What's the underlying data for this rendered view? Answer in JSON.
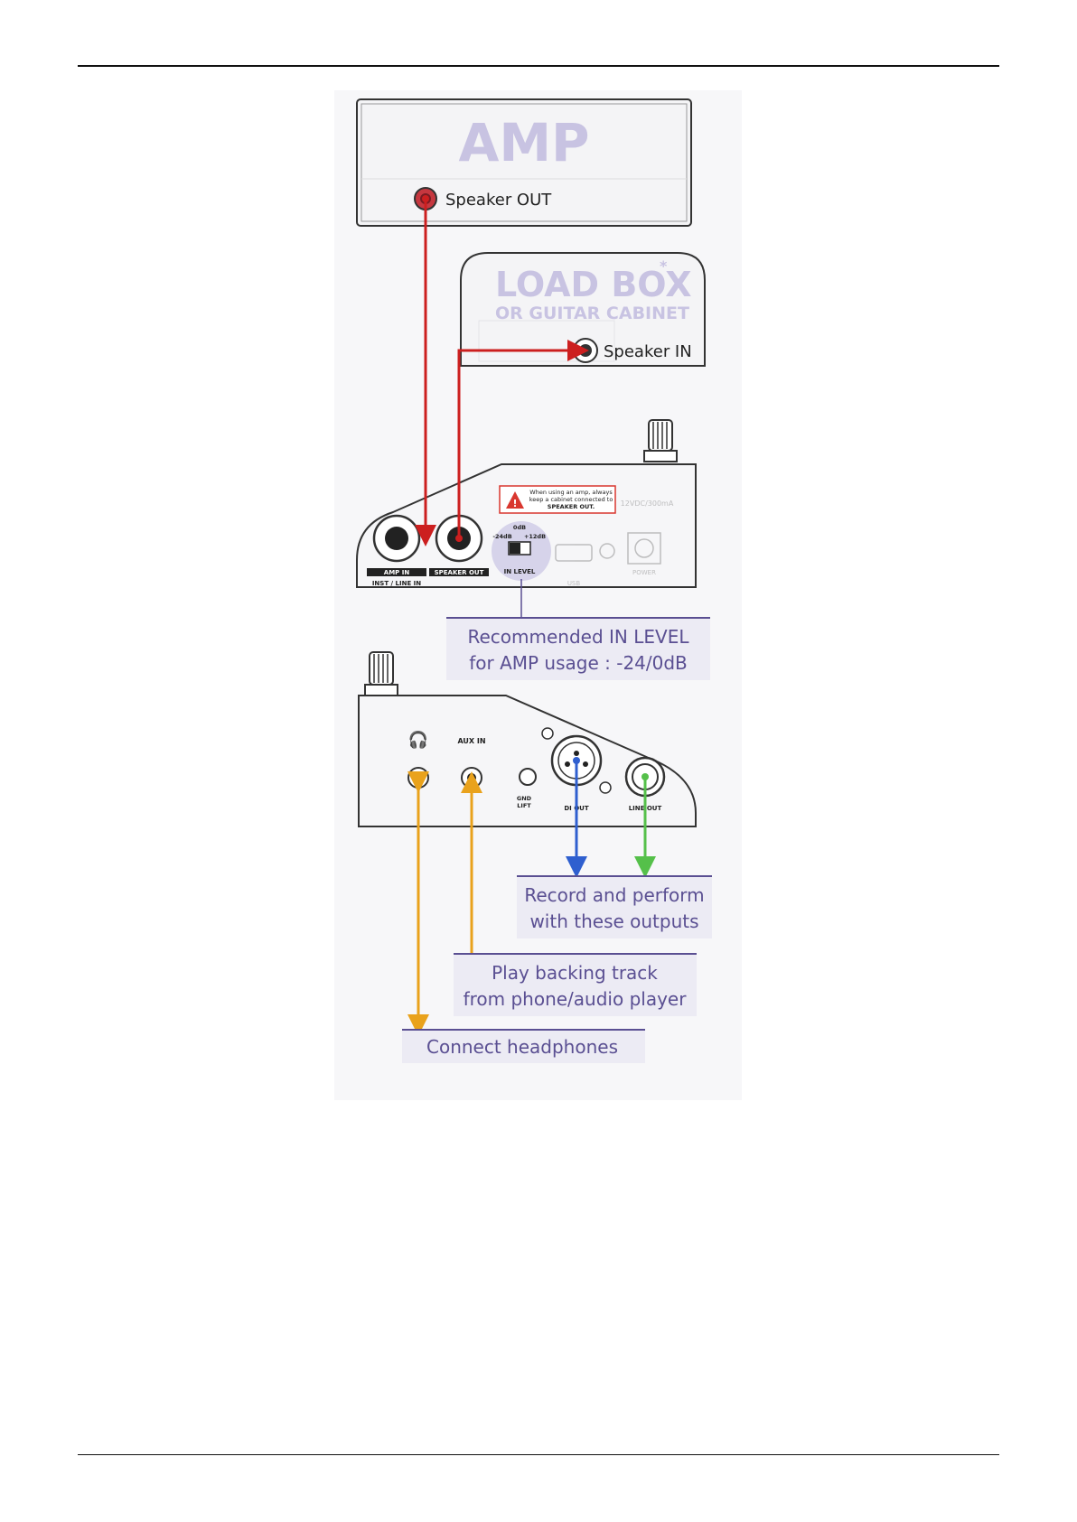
{
  "amp": {
    "title": "AMP",
    "jack_label": "Speaker OUT"
  },
  "loadbox": {
    "title": "LOAD BOX",
    "title_mark": "*",
    "subtitle": "OR GUITAR CABINET",
    "jack_label": "Speaker IN"
  },
  "pedal_top": {
    "warning_text": [
      "When using an amp, always",
      "keep a cabinet connected to",
      "SPEAKER OUT."
    ],
    "amp_in_label": "AMP IN",
    "inst_line_label": "INST / LINE IN",
    "speaker_out_label": "SPEAKER OUT",
    "switch_center": "0dB",
    "switch_left": "-24dB",
    "switch_right": "+12dB",
    "in_level_label": "IN LEVEL",
    "usb_label": "USB",
    "power_rating": "12VDC/300mA",
    "power_label": "POWER"
  },
  "pedal_bottom": {
    "aux_in_label": "AUX IN",
    "gnd_lift_label": [
      "GND",
      "LIFT"
    ],
    "di_out_label": "DI OUT",
    "line_out_label": "LINE OUT"
  },
  "callouts": {
    "in_level": [
      "Recommended IN LEVEL",
      "for AMP usage : -24/0dB"
    ],
    "outputs": [
      "Record and perform",
      "with these outputs"
    ],
    "backing": [
      "Play backing track",
      "from phone/audio player"
    ],
    "headphones": "Connect headphones"
  },
  "colors": {
    "red_cable": "#cc1f1f",
    "blue_cable": "#2f5fcf",
    "green_cable": "#55c04a",
    "orange_cable": "#e9a21c",
    "label_text": "#5a4f92",
    "label_bg": "#ecebf4",
    "label_rule": "#5a4f92",
    "title_lavender": "#c8c3e2"
  }
}
